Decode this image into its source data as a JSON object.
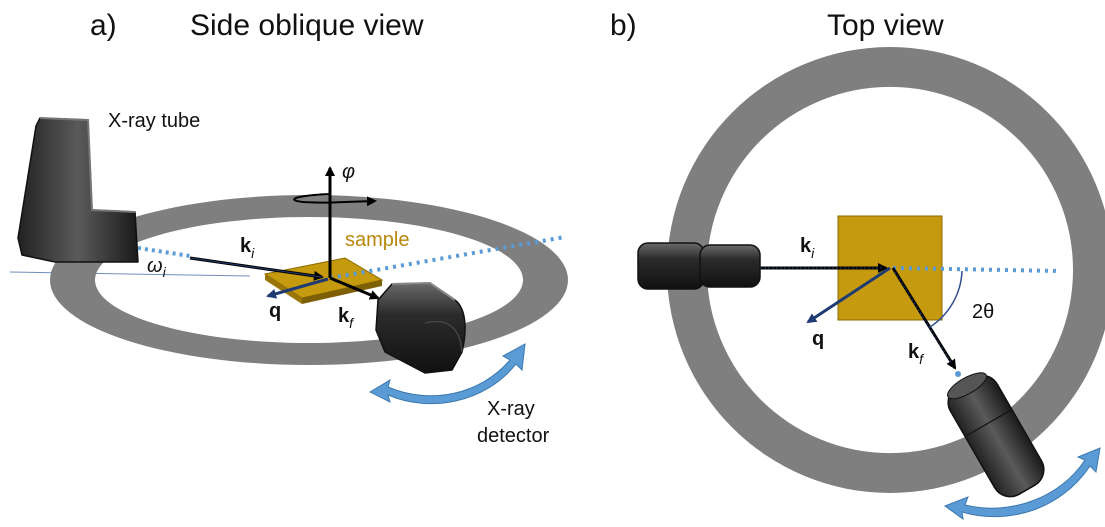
{
  "panel_a": {
    "letter": "a)",
    "title": "Side oblique view",
    "tube_label": "X-ray tube",
    "sample_label": "sample",
    "phi": "φ",
    "omega": "ω",
    "omega_sub": "i",
    "ki": "k",
    "ki_sub": "i",
    "kf": "k",
    "kf_sub": "f",
    "q": "q",
    "detector_line1": "X-ray",
    "detector_line2": "detector"
  },
  "panel_b": {
    "letter": "b)",
    "title": "Top view",
    "ki": "k",
    "ki_sub": "i",
    "kf": "k",
    "kf_sub": "f",
    "q": "q",
    "two_theta": "2θ"
  },
  "colors": {
    "ring": "#7f7f7f",
    "sample": "#c59a0e",
    "sample_text": "#b8860b",
    "beam_dots": "#5b9bd5",
    "q_vector": "#1f3b73",
    "arrow_blue": "#5b9bd5",
    "device": "#2a2a2a"
  }
}
